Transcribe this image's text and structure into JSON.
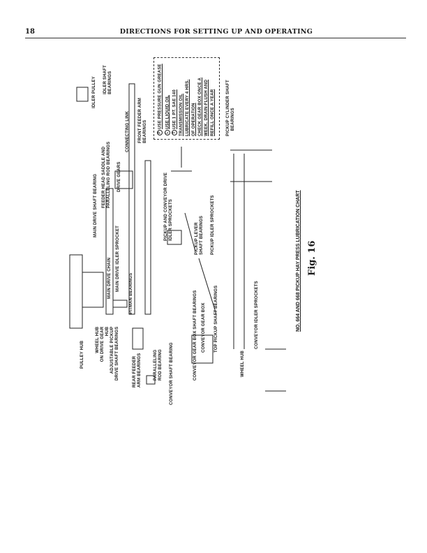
{
  "header": {
    "page_number": "18",
    "title": "DIRECTIONS FOR SETTING UP AND OPERATING"
  },
  "legend": {
    "lines": [
      "USE PRESSURE GUN GREASE",
      "USE LIQUID OIL",
      "USE 1 PT. SAE 140",
      "TRANSMISSION OIL",
      "LUBRICATE EVERY 4 HRS.",
      "OF OPERATION",
      "CHECK GEAR BOX ONCE A",
      "WEEK. DRAIN-FLUSH AND",
      "REFILL ONCE A YEAR"
    ],
    "symbols": [
      "P",
      "L",
      "T"
    ]
  },
  "labels": {
    "pickup_cylinder": "PICKUP CYLINDER SHAFT",
    "pickup_cylinder2": "BEARINGS",
    "idler_pulley": "IDLER PULLEY",
    "idler_shaft": "IDLER SHAFT",
    "idler_shaft2": "BEARINGS",
    "front_feeder": "FRONT FEEDER ARM",
    "front_feeder2": "BEARINGS",
    "connecting_link": "CONNECTING LINK",
    "drive_gears": "DRIVE GEARS",
    "feeder_head": "FEEDER HEAD SADDLE AND",
    "feeder_head2": "PARALLELING ROD BEARINGS",
    "main_drive_shaft": "MAIN DRIVE SHAFT BEARING",
    "pickup_conveyor": "PICKUP AND CONVEYOR DRIVE",
    "pickup_conveyor2": "IDLER SPROCKETS",
    "pickup_lever": "PICKUP LEVER",
    "pickup_lever2": "SHAFT BEARINGS",
    "pickup_idler": "PICKUP IDLER SPROCKETS",
    "main_drive_idler": "MAIN DRIVE IDLER SPROCKET",
    "main_drive_chain": "MAIN DRIVE CHAIN",
    "pitman": "PITMAN BEARINGS",
    "pulley_hub": "PULLEY HUB",
    "wheel_hub": "WHEEL HUB",
    "on_drive_gear": "ON DRIVE GEAR",
    "hub": "HUB",
    "adjustable_pickup": "ADJUSTABLE PICKUP",
    "drive_shaft": "DRIVE SHAFT BEARINGS",
    "rear_feeder": "REAR FEEDER",
    "rear_feeder2": "ARM BEARINGS",
    "paralleling": "PARALLELING",
    "paralleling2": "ROD BEARING",
    "conveyor_shaft": "CONVEYOR SHAFT BEARING",
    "conveyor_gbox_shaft": "CONVEYOR GEAR BOX SHAFT BEARINGS",
    "conveyor_gbox": "CONVEYOR GEAR BOX",
    "top_pickup": "TOP PICKUP SHAFT BEARINGS",
    "conveyor_idler": "CONVEYOR IDLER SPROCKETS",
    "wheel_hub2": "WHEEL HUB"
  },
  "caption": {
    "title": "NO. 664 AND 668 PICKUP HAY PRESS LUBRICATION CHART",
    "figure": "Fig. 16"
  }
}
